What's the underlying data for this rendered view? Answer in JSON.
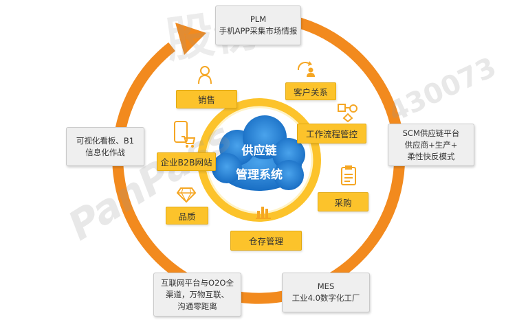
{
  "colors": {
    "ring": "#f28a1e",
    "ring_inner": "#fcc32b",
    "cloud": "#1f7fd6",
    "label_bg": "#fcc32b",
    "box_bg": "#efefef"
  },
  "center": {
    "line1": "供应链",
    "line2": "管理系统"
  },
  "outer_boxes": {
    "plm": {
      "line1": "PLM",
      "line2": "手机APP采集市场情报"
    },
    "visual": {
      "line1": "可视化看板、B1",
      "line2": "信息化作战"
    },
    "scm": {
      "line1": "SCM供应链平台",
      "line2": "供应商+生产+",
      "line3": "柔性快反模式"
    },
    "o2o": {
      "line1": "互联网平台与O2O全",
      "line2": "渠道，万物互联、",
      "line3": "沟通零距离"
    },
    "mes": {
      "line1": "MES",
      "line2": "工业4.0数字化工厂"
    }
  },
  "inner_labels": {
    "sales": "销售",
    "customer": "客户关系",
    "workflow": "工作流程管控",
    "b2b": "企业B2B网站",
    "purchase": "采购",
    "quality": "品质",
    "warehouse": "仓存管理"
  },
  "icons": {
    "sales": "person-icon",
    "customer": "customer-relation-icon",
    "workflow": "workflow-icon",
    "b2b": "shopping-cart-icon",
    "purchase": "clipboard-icon",
    "quality": "diamond-icon",
    "warehouse": "bar-chart-icon"
  },
  "watermark": {
    "brand": "PanPass",
    "cn": "股份",
    "code": "430073"
  }
}
